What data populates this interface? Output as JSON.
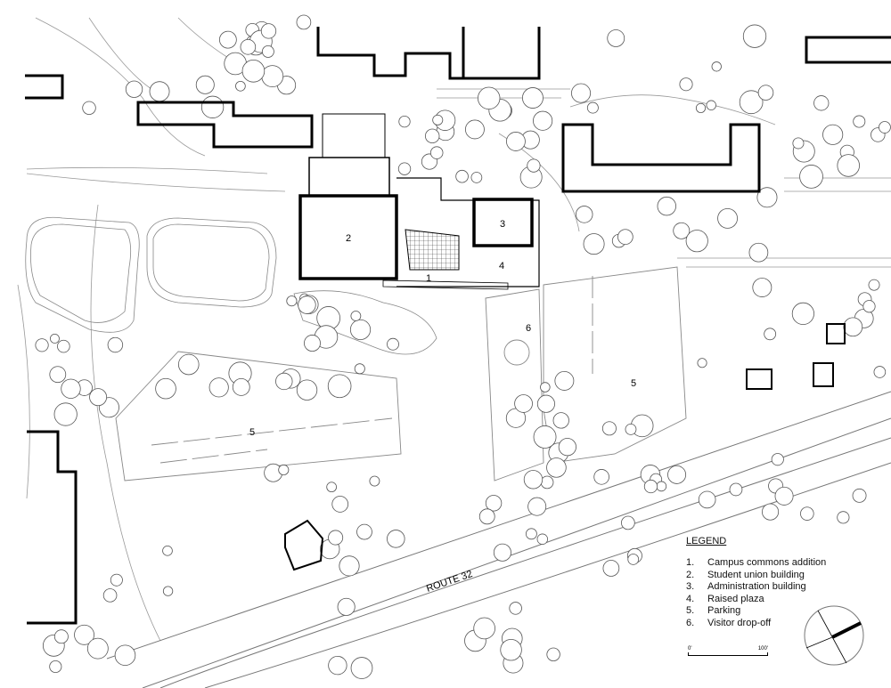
{
  "labels": {
    "l1": "1",
    "l2": "2",
    "l3": "3",
    "l4": "4",
    "l5a": "5",
    "l5b": "5",
    "l6": "6",
    "road": "ROUTE 32"
  },
  "legend": {
    "title": "LEGEND",
    "items": [
      {
        "num": "1.",
        "text": "Campus commons addition"
      },
      {
        "num": "2.",
        "text": "Student union building"
      },
      {
        "num": "3.",
        "text": "Administration building"
      },
      {
        "num": "4.",
        "text": "Raised plaza"
      },
      {
        "num": "5.",
        "text": "Parking"
      },
      {
        "num": "6.",
        "text": "Visitor drop-off"
      }
    ]
  },
  "scale": {
    "start": "0'",
    "end": "100'"
  },
  "north_arrow": "north-arrow-icon"
}
